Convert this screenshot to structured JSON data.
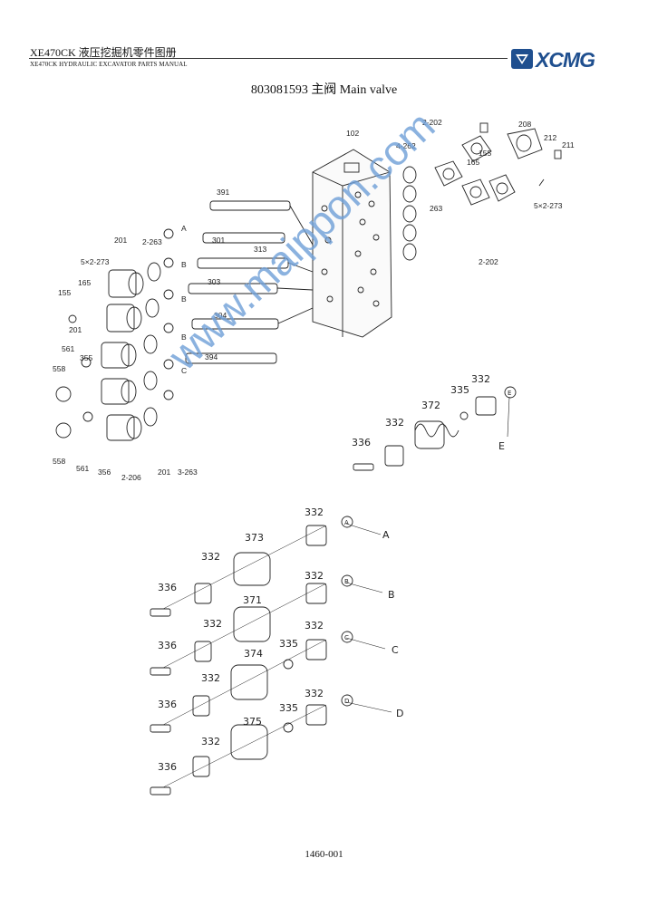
{
  "header": {
    "title": "XE470CK  液压挖掘机零件图册",
    "subtitle": "XE470CK HYDRAULIC EXCAVATOR PARTS MANUAL"
  },
  "logo": {
    "text": "XCMG",
    "color": "#1f4f8f"
  },
  "doc_title": "803081593 主阀  Main valve",
  "watermark": "www.maippon.com",
  "page_number": "1460-001",
  "callouts_top": {
    "c102": "102",
    "c2_202_top": "2-202",
    "c208": "208",
    "c212": "212",
    "c211": "211",
    "c155_top": "155",
    "c165_top": "165",
    "c4_262": "4-262",
    "c263": "263",
    "c5x2_273_right": "5×2-273",
    "c2_202_bottom": "2-202",
    "c391": "391",
    "c201_top": "201",
    "c2_263": "2-263",
    "cA": "A",
    "c301": "301",
    "c313": "313",
    "cB1": "B",
    "c303": "303",
    "cB2": "B",
    "c304": "304",
    "cB3": "B",
    "c394": "394",
    "cC": "C",
    "c5x2_273_left": "5×2-273",
    "c165_left": "165",
    "c155_left": "155",
    "c201_mid": "201",
    "c561_top": "561",
    "c355": "355",
    "c558_top": "558",
    "c558_bot": "558",
    "c561_bot": "561",
    "c356": "356",
    "c2_206": "2-206",
    "c201_bot": "201",
    "c3_263": "3-263"
  },
  "detail_e": {
    "c332_right": "332",
    "c335": "335",
    "c372": "372",
    "c332_left": "332",
    "c336": "336",
    "circle": "E",
    "label": "E"
  },
  "detail_rows": [
    {
      "circle": "A",
      "label": "A",
      "spring": "373",
      "seat_right": "332",
      "seat_left": "332",
      "bolt": "336",
      "washer": ""
    },
    {
      "circle": "B",
      "label": "B",
      "spring": "371",
      "seat_right": "332",
      "seat_left": "332",
      "bolt": "336",
      "washer": ""
    },
    {
      "circle": "C",
      "label": "C",
      "spring": "374",
      "seat_right": "332",
      "seat_left": "332",
      "bolt": "336",
      "washer": "335"
    },
    {
      "circle": "D",
      "label": "D",
      "spring": "375",
      "seat_right": "332",
      "seat_left": "332",
      "bolt": "336",
      "washer": "335"
    }
  ]
}
